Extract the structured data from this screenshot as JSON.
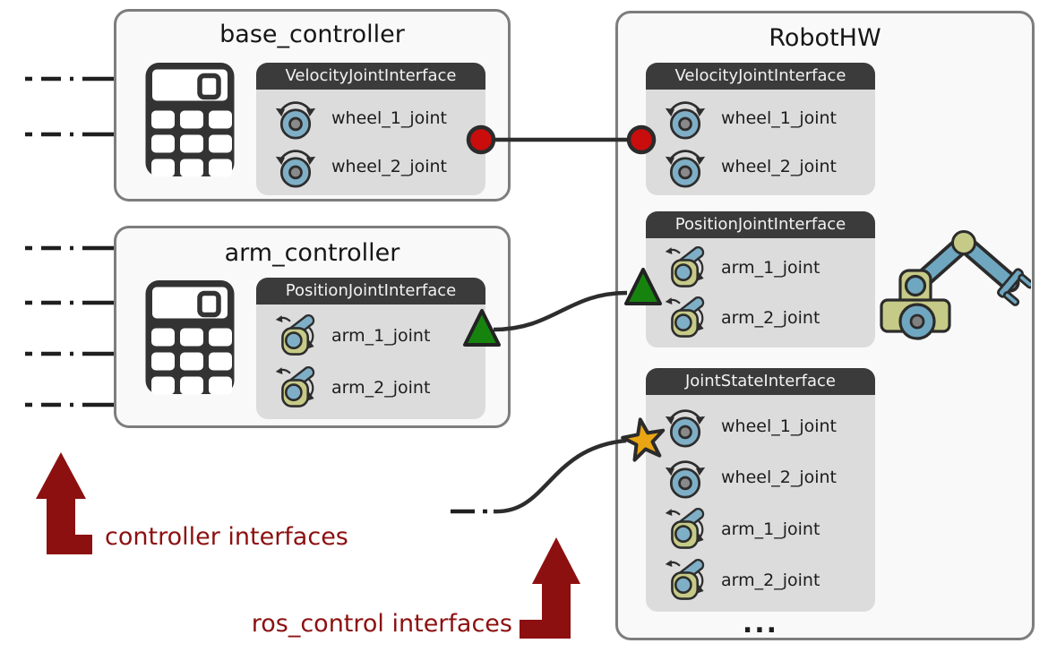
{
  "controllers": [
    {
      "title": "base_controller",
      "interface": {
        "title": "VelocityJointInterface",
        "joints": [
          {
            "label": "wheel_1_joint",
            "icon": "wheel-joint-icon"
          },
          {
            "label": "wheel_2_joint",
            "icon": "wheel-joint-icon"
          }
        ]
      }
    },
    {
      "title": "arm_controller",
      "interface": {
        "title": "PositionJointInterface",
        "joints": [
          {
            "label": "arm_1_joint",
            "icon": "arm-joint-icon"
          },
          {
            "label": "arm_2_joint",
            "icon": "arm-joint-icon"
          }
        ]
      }
    }
  ],
  "robothw": {
    "title": "RobotHW",
    "interfaces": [
      {
        "title": "VelocityJointInterface",
        "joints": [
          {
            "label": "wheel_1_joint",
            "icon": "wheel-joint-icon"
          },
          {
            "label": "wheel_2_joint",
            "icon": "wheel-joint-icon"
          }
        ]
      },
      {
        "title": "PositionJointInterface",
        "joints": [
          {
            "label": "arm_1_joint",
            "icon": "arm-joint-icon"
          },
          {
            "label": "arm_2_joint",
            "icon": "arm-joint-icon"
          }
        ]
      },
      {
        "title": "JointStateInterface",
        "joints": [
          {
            "label": "wheel_1_joint",
            "icon": "wheel-joint-icon"
          },
          {
            "label": "wheel_2_joint",
            "icon": "wheel-joint-icon"
          },
          {
            "label": "arm_1_joint",
            "icon": "arm-joint-icon"
          },
          {
            "label": "arm_2_joint",
            "icon": "arm-joint-icon"
          }
        ]
      }
    ],
    "ellipsis": "..."
  },
  "annotations": {
    "controller_interfaces": "controller interfaces",
    "ros_control_interfaces": "ros_control interfaces"
  },
  "connectors": {
    "velocity_marker": "red-circle",
    "position_marker": "green-triangle",
    "state_marker": "gold-star"
  },
  "colors": {
    "marker_red": "#c90d0d",
    "marker_green": "#17830f",
    "marker_gold": "#eaa612",
    "annotation_red": "#8c1010",
    "line_dark": "#2d2d2d",
    "iface_header_bg": "#3b3b3b",
    "iface_body_bg": "#dcdcdc",
    "box_fill": "#f9f9f9",
    "box_border": "#7d7d7d",
    "joint_blue": "#7fafc6",
    "joint_khaki": "#c6ca87"
  }
}
